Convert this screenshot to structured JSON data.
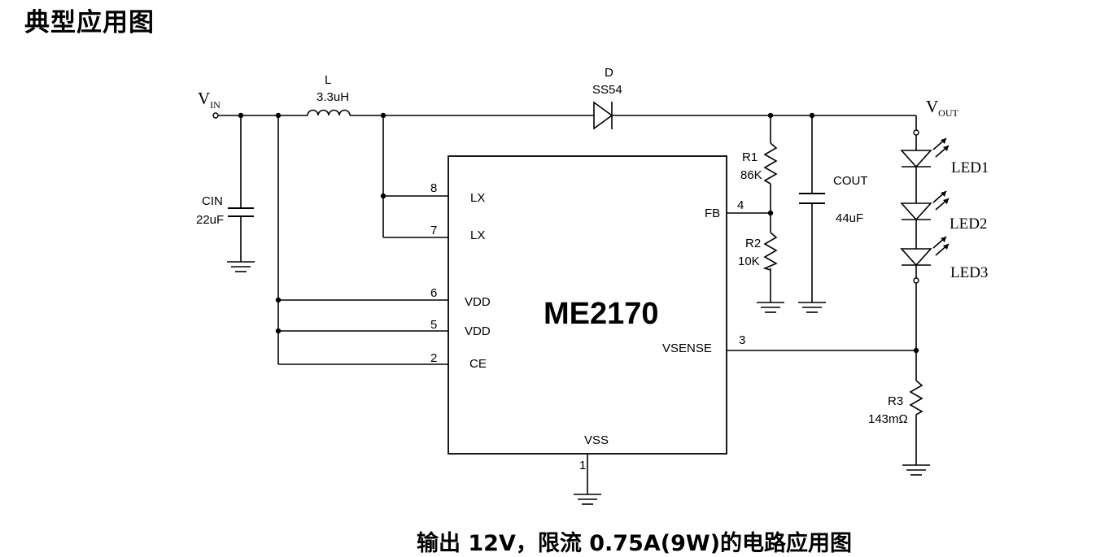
{
  "page": {
    "title": "典型应用图",
    "caption": "输出 12V，限流 0.75A(9W)的电路应用图"
  },
  "nodes": {
    "vin": {
      "main": "V",
      "sub": "IN"
    },
    "vout": {
      "main": "V",
      "sub": "OUT"
    }
  },
  "components": {
    "inductor": {
      "name": "L",
      "value": "3.3uH"
    },
    "diode": {
      "name": "D",
      "value": "SS54"
    },
    "cin": {
      "name": "CIN",
      "value": "22uF"
    },
    "cout": {
      "name": "COUT",
      "value": "44uF"
    },
    "r1": {
      "name": "R1",
      "value": "86K"
    },
    "r2": {
      "name": "R2",
      "value": "10K"
    },
    "r3": {
      "name": "R3",
      "value": "143mΩ"
    },
    "led1": {
      "name": "LED1"
    },
    "led2": {
      "name": "LED2"
    },
    "led3": {
      "name": "LED3"
    }
  },
  "chip": {
    "name": "ME2170",
    "pins": [
      {
        "number": "8",
        "label": "LX"
      },
      {
        "number": "7",
        "label": "LX"
      },
      {
        "number": "6",
        "label": "VDD"
      },
      {
        "number": "5",
        "label": "VDD"
      },
      {
        "number": "2",
        "label": "CE"
      },
      {
        "number": "4",
        "label": "FB"
      },
      {
        "number": "3",
        "label": "VSENSE"
      },
      {
        "number": "1",
        "label": "VSS"
      }
    ]
  }
}
